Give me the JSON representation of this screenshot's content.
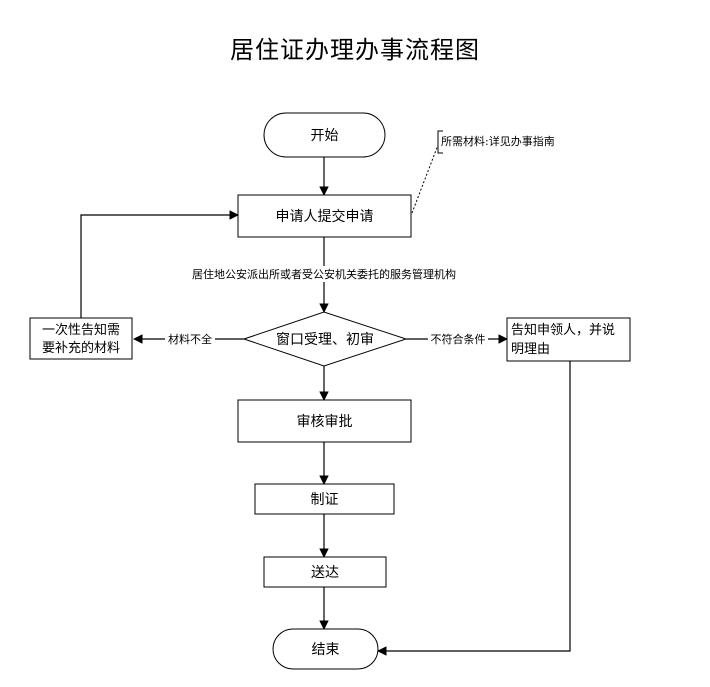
{
  "title": "居住证办理办事流程图",
  "nodes": {
    "start": "开始",
    "submit": "申请人提交申请",
    "window": "窗口受理、初审",
    "review": "审核审批",
    "make": "制证",
    "deliver": "送达",
    "end": "结束",
    "supplement": [
      "一次性告知需",
      "要补充的材料"
    ],
    "notify": [
      "告知申领人，并说",
      "明理由"
    ]
  },
  "annotation": {
    "label": "所需材料",
    "text": ":详见办事指南"
  },
  "edges": {
    "agency": "居住地公安派出所或者受公安机关委托的服务管理机构",
    "incomplete": "材料不全",
    "ineligible": "不符合条件"
  },
  "colors": {
    "stroke": "#000000",
    "fill": "#ffffff"
  }
}
